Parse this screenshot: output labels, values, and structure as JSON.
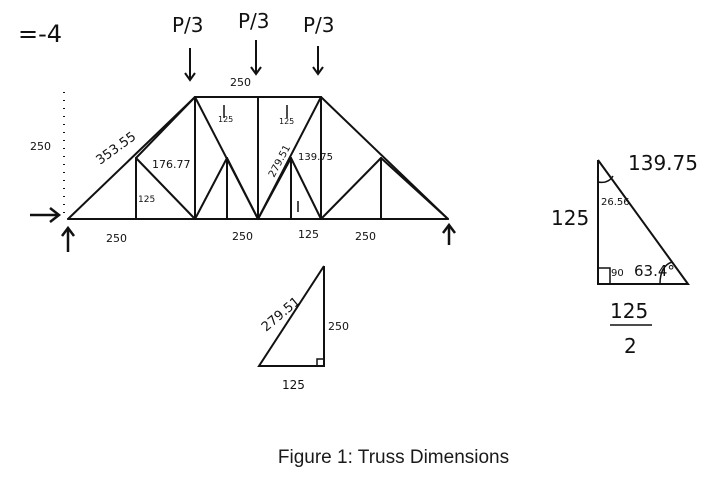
{
  "note": "=-4",
  "loads": {
    "p1": "P/3",
    "p2": "P/3",
    "p3": "P/3"
  },
  "truss": {
    "height": "250",
    "top_span": "250",
    "diag_left": "353.55",
    "diag_mid": "176.77",
    "diag_right": "279.51",
    "diag_small": "139.75",
    "vert_left": "125",
    "small_up_1": "125",
    "small_up_2": "125",
    "bottom_1": "250",
    "bottom_2": "250",
    "bottom_3": "125",
    "bottom_4": "250"
  },
  "triangle1": {
    "hyp": "279.51",
    "height": "250",
    "base": "125"
  },
  "triangle2": {
    "hyp": "139.75",
    "height": "125",
    "angle_top": "26.56",
    "angle_right": "90",
    "angle_bottom": "63.4°",
    "base_num": "125",
    "base_den": "2"
  },
  "caption": "Figure 1: Truss Dimensions"
}
